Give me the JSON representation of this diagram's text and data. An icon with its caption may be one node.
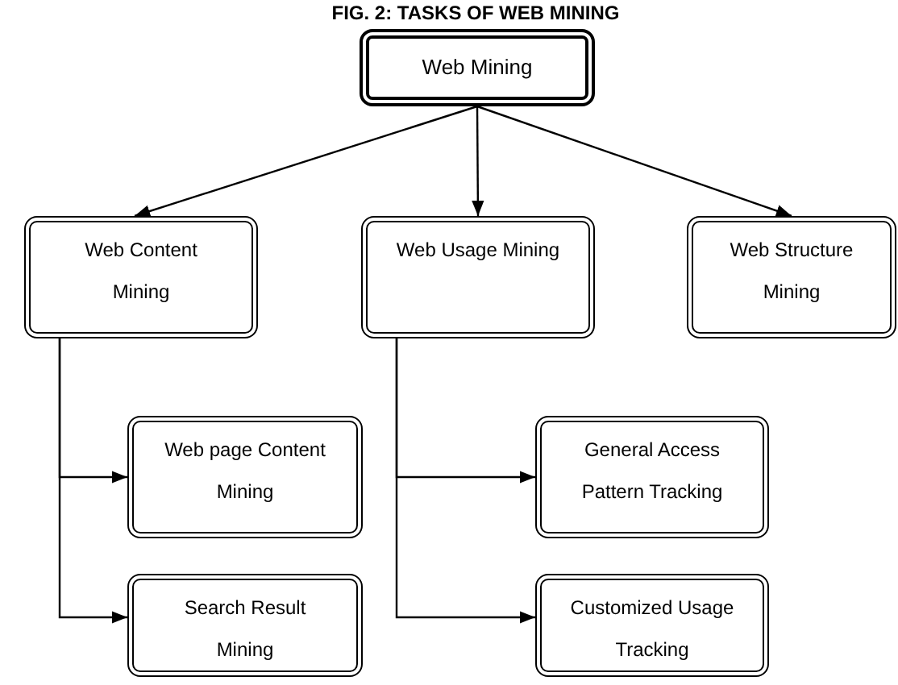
{
  "diagram": {
    "title": "FIG. 2: TASKS OF WEB MINING",
    "nodes": [
      {
        "text": [
          "Web Mining"
        ]
      },
      {
        "text": [
          "Web Content Mining"
        ]
      },
      {
        "text": [
          "Web Usage Mining"
        ]
      },
      {
        "text": [
          "Web Structure Mining"
        ]
      },
      {
        "text": [
          "Web page Content Mining"
        ]
      },
      {
        "text": [
          "Search Result Mining"
        ]
      },
      {
        "text": [
          "General Access Pattern Tracking"
        ]
      },
      {
        "text": [
          "Customized Usage Tracking"
        ]
      }
    ],
    "edges": [
      {
        "from": 0,
        "to": 1,
        "arrow": "to"
      },
      {
        "from": 0,
        "to": 2,
        "arrow": "to"
      },
      {
        "from": 0,
        "to": 3,
        "arrow": "to"
      },
      {
        "from": 1,
        "to": 4,
        "arrow": "to"
      },
      {
        "from": 1,
        "to": 5,
        "arrow": "to"
      },
      {
        "from": 2,
        "to": 6,
        "arrow": "to"
      },
      {
        "from": 2,
        "to": 7,
        "arrow": "to"
      }
    ]
  }
}
